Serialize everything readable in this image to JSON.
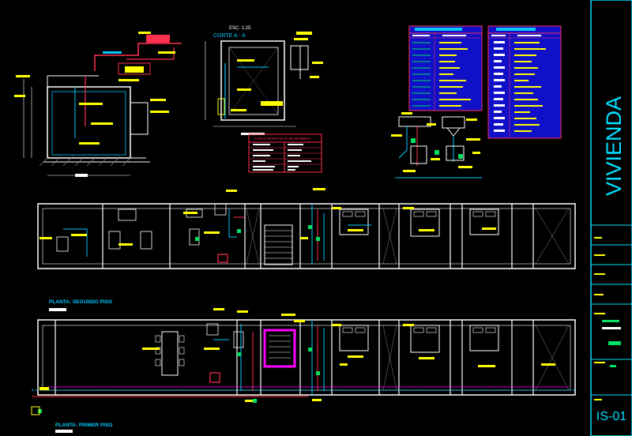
{
  "title_block": {
    "project": "VIVIENDA",
    "sheet_code": "IS-01"
  },
  "labels": {
    "section_scale": "ESC: 1:25",
    "section_title": "CORTE A - A",
    "floor2_title": "PLANTA: SEGUNDO PISO",
    "floor1_title": "PLANTA: PRIMER PISO",
    "pump_table_title": "CARACTERISTICAS DE BOMBEO"
  },
  "colors": {
    "background": "#000000",
    "walls": "#ffffff",
    "water_line": "#00c8ff",
    "drain_line": "#ff3050",
    "annotation": "#ffff00",
    "legend_blue": "#1010c8",
    "highlight": "#ff00ff",
    "title_block": "#00e0ff"
  }
}
